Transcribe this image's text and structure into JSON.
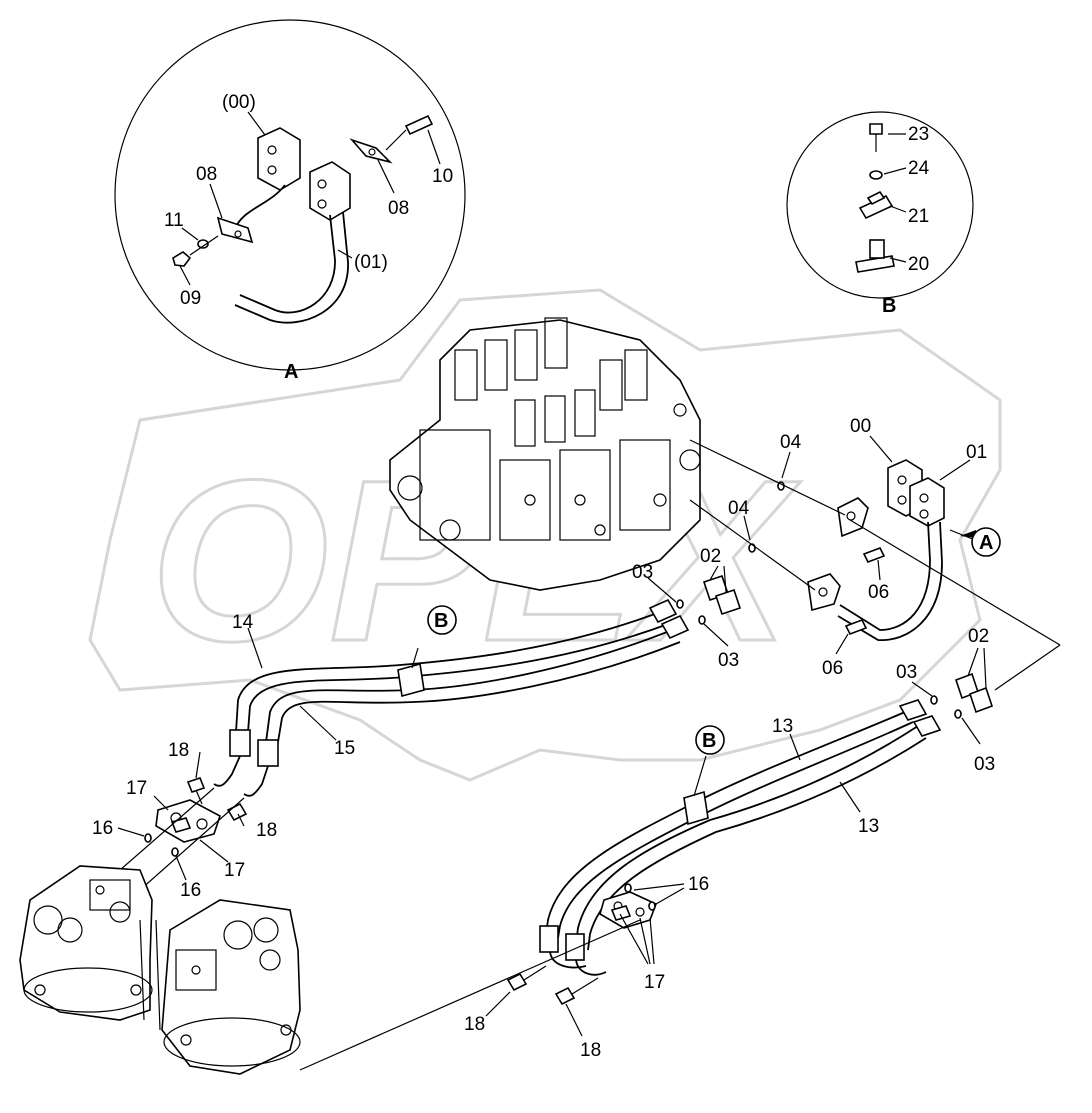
{
  "labels": {
    "callout_a": "A",
    "callout_b": "B",
    "p00_paren": "(00)",
    "p01_paren": "(01)",
    "p00": "00",
    "p01": "01",
    "p02": "02",
    "p03": "03",
    "p04": "04",
    "p06": "06",
    "p08": "08",
    "p09": "09",
    "p10": "10",
    "p11": "11",
    "p13": "13",
    "p14": "14",
    "p15": "15",
    "p16": "16",
    "p17": "17",
    "p18": "18",
    "p20": "20",
    "p21": "21",
    "p23": "23",
    "p24": "24"
  },
  "watermark": {
    "text": "OPEX"
  },
  "colors": {
    "line": "#000000",
    "background": "#ffffff",
    "watermark": "#d6d6d6"
  }
}
